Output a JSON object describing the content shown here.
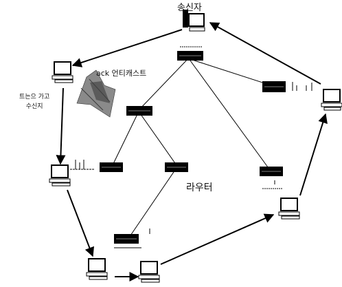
{
  "labels": {
    "sender": "송신자",
    "ack_unicast": "ack 언티캐스트",
    "nearest_receiver": "트는으 가고\n수신지",
    "router": "라우터"
  },
  "colors": {
    "line": "#000000",
    "device_fill": "#ffffff",
    "router_fill": "#000000",
    "ack_shape": "#8a8a8a"
  },
  "icons": {
    "host": "computer-icon",
    "router": "router-icon",
    "ack": "ack-arrow-icon"
  }
}
